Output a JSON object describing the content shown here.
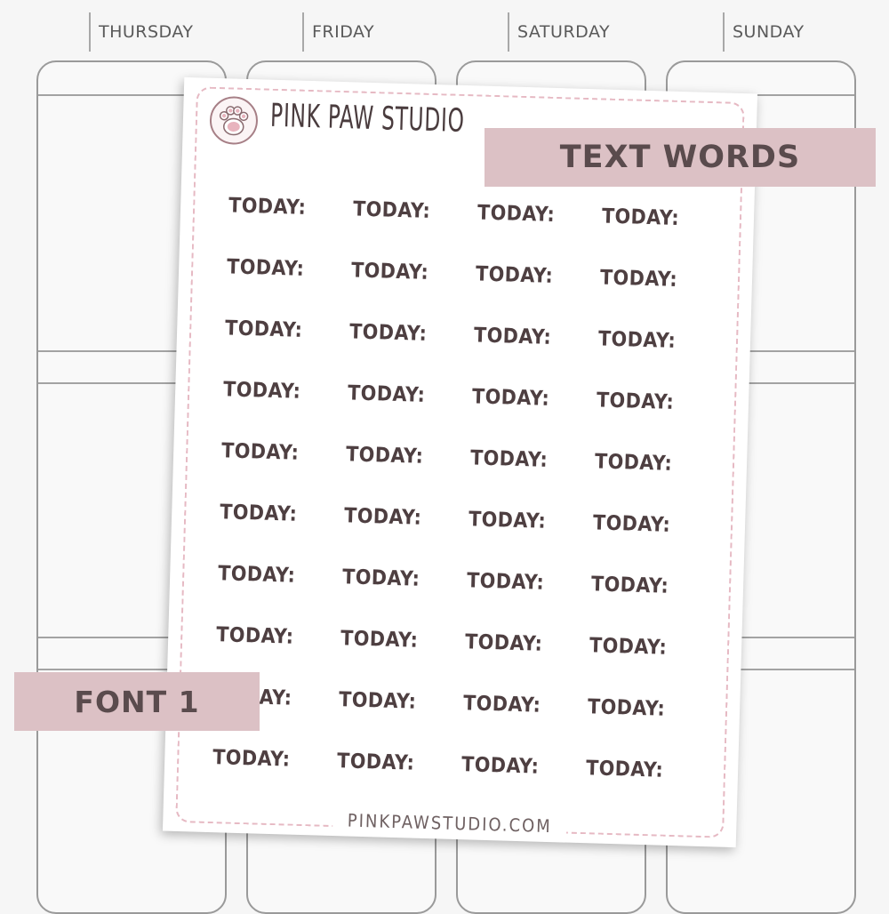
{
  "planner": {
    "days": [
      "THURSDAY",
      "FRIDAY",
      "SATURDAY",
      "SUNDAY"
    ]
  },
  "sheet": {
    "brand": "PINK PAW STUDIO",
    "footer_url": "PINKPAWSTUDIO.COM",
    "word": "TODAY:",
    "grid": {
      "rows": 10,
      "columns": 4
    }
  },
  "labels": {
    "text_words": "TEXT WORDS",
    "font": "FONT 1"
  },
  "colors": {
    "accent_pink": "#dcc1c5",
    "text_dark": "#4e3f41",
    "dash_pink": "#e6b9c3"
  },
  "icons": {
    "brand_logo": "paw-icon"
  }
}
